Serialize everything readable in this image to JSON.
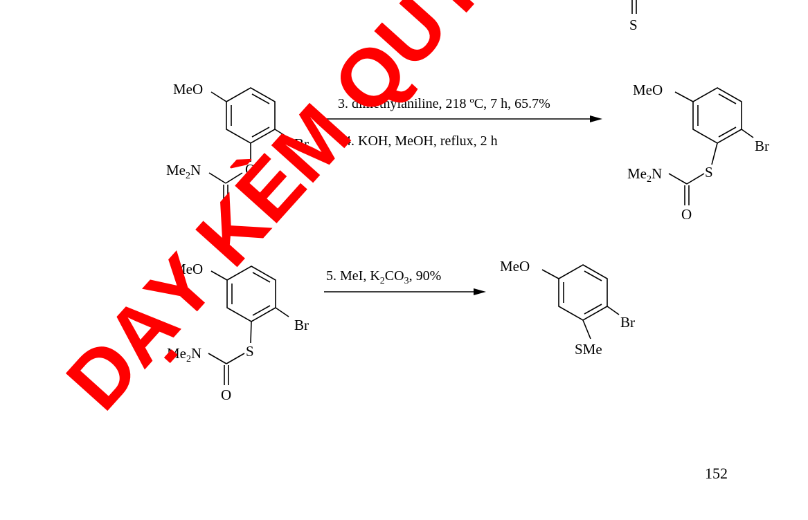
{
  "labels": {
    "meo": "MeO",
    "br": "Br",
    "me2n": "Me",
    "me2n_sub": "2",
    "me2n_n": "N",
    "o": "O",
    "s": "S",
    "sme": "SMe"
  },
  "reaction1": {
    "step3": "3. dimethylaniline, 218 ºC, 7 h, 65.7%",
    "step4": "4. KOH, MeOH, reflux, 2 h"
  },
  "reaction2": {
    "step5_pre": "5. MeI, K",
    "step5_sub": "2",
    "step5_mid": "CO",
    "step5_sub2": "3",
    "step5_post": ", 90%"
  },
  "watermark": "DẠY KÈM QUY",
  "page_number": "152",
  "colors": {
    "watermark": "#ff0000",
    "ink": "#000000"
  }
}
